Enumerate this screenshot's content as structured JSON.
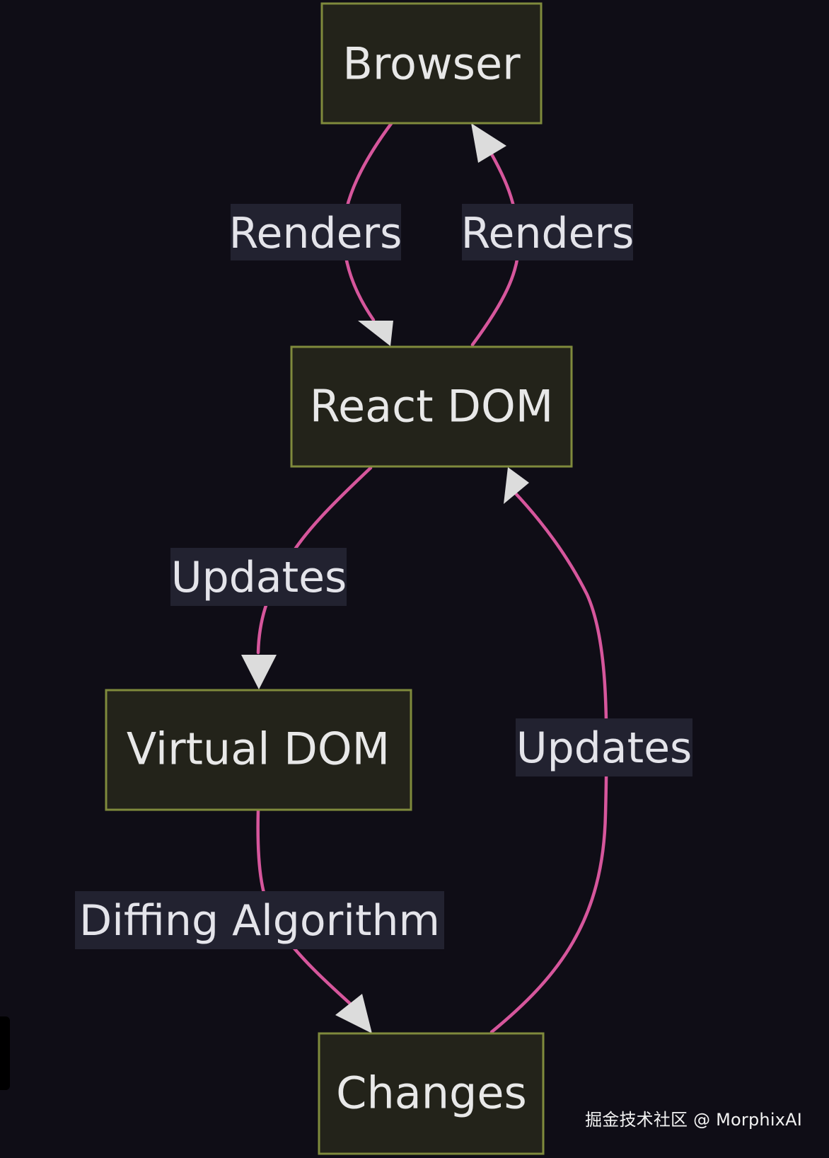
{
  "diagram": {
    "nodes": {
      "browser": "Browser",
      "react_dom": "React DOM",
      "virtual_dom": "Virtual DOM",
      "changes": "Changes"
    },
    "edges": {
      "browser_to_react_dom": "Renders",
      "react_dom_to_browser": "Renders",
      "react_dom_to_virtual_dom": "Updates",
      "virtual_dom_to_changes": "Diffing Algorithm",
      "changes_to_react_dom": "Updates"
    },
    "colors": {
      "background": "#0f0d16",
      "node_fill": "#23231a",
      "node_border": "#7f8a3c",
      "edge_line": "#d6569c",
      "arrowhead": "#dcdcdc",
      "label_background": "#222230",
      "text": "#e8e8e8"
    }
  },
  "watermark": "掘金技术社区 @ MorphixAI"
}
